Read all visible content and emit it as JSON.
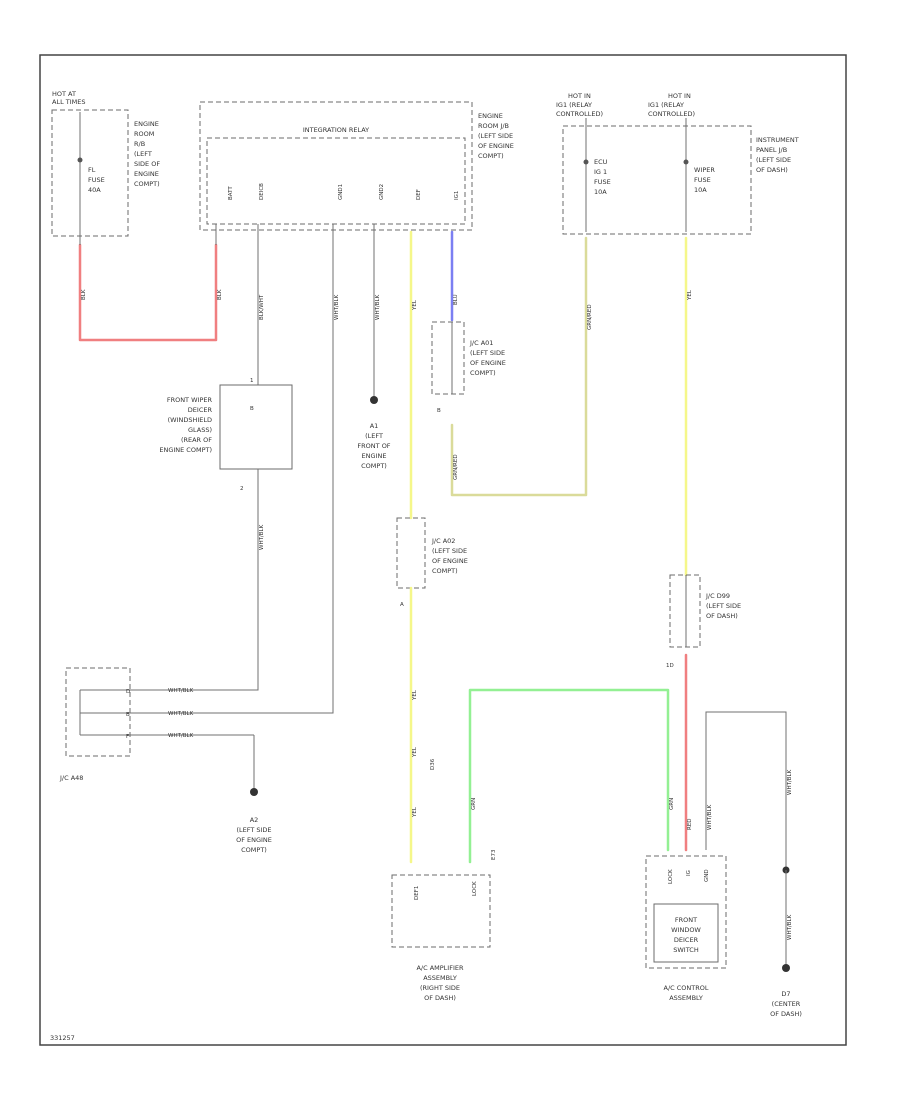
{
  "colors": {
    "red": "#f07f80",
    "blue": "#7b7ff2",
    "yellow": "#f5f78a",
    "green": "#93f093",
    "olive": "#dadb9a",
    "gray": "#9a9a9a",
    "frame": "#444444"
  },
  "labels": {
    "hot_at_all_times": [
      "HOT AT",
      "ALL TIMES"
    ],
    "engine_room_relay": [
      "ENGINE",
      "ROOM",
      "R/B",
      "(LEFT",
      "SIDE OF",
      "ENGINE",
      "COMPT)"
    ],
    "fuse_fl": [
      "FL",
      "FUSE",
      "40A"
    ],
    "integration_relay": "INTEGRATION RELAY",
    "engine_room_jb": [
      "ENGINE",
      "ROOM J/B",
      "(LEFT SIDE",
      "OF ENGINE",
      "COMPT)"
    ],
    "hot_ig1_left": [
      "HOT IN",
      "IG1 (RELAY",
      "CONTROLLED)"
    ],
    "hot_ig1_right": [
      "HOT IN",
      "IG1 (RELAY",
      "CONTROLLED)"
    ],
    "instrument_panel_jb": [
      "INSTRUMENT",
      "PANEL J/B",
      "(LEFT SIDE",
      "OF DASH)"
    ],
    "fuse_ecu_ig": [
      "ECU",
      "IG 1",
      "FUSE",
      "10A"
    ],
    "fuse_wiper": [
      "WIPER",
      "FUSE",
      "10A"
    ],
    "jc_a01": [
      "J/C A01",
      "(LEFT SIDE",
      "OF ENGINE",
      "COMPT)"
    ],
    "front_wiper_deicer": [
      "FRONT WIPER",
      "DEICER",
      "(WINDSHIELD",
      "GLASS)",
      "(REAR OF",
      "ENGINE COMPT)"
    ],
    "ground_a1": [
      "A1",
      "(LEFT",
      "FRONT OF",
      "ENGINE",
      "COMPT)"
    ],
    "jc_a02": [
      "J/C A02",
      "(LEFT SIDE",
      "OF ENGINE",
      "COMPT)"
    ],
    "jc_d99": [
      "J/C D99",
      "(LEFT SIDE",
      "OF DASH)"
    ],
    "jc_a48": "J/C A48",
    "ground_a2": [
      "A2",
      "(LEFT SIDE",
      "OF ENGINE",
      "COMPT)"
    ],
    "ac_amplifier": [
      "A/C AMPLIFIER",
      "ASSEMBLY",
      "(RIGHT SIDE",
      "OF DASH)"
    ],
    "ac_control": [
      "A/C CONTROL",
      "ASSEMBLY"
    ],
    "front_window_deicer": [
      "FRONT",
      "WINDOW",
      "DEICER",
      "SWITCH"
    ],
    "ground_d7": [
      "D7",
      "(CENTER",
      "OF DASH)"
    ],
    "figure_id": "331257"
  },
  "pins": {
    "relay": [
      "BATT",
      "DEICB",
      "GND1",
      "GND2",
      "DEF",
      "IG1"
    ],
    "wiper_deicer_top": "1",
    "wiper_deicer_bottom": "2",
    "deicer_box": "B",
    "jc_a01_bottom": "B",
    "jc_a02_bottom": "A",
    "jc_d99_bottom": "1D",
    "jc_a48": [
      "D",
      "B",
      "F"
    ],
    "amp": [
      "DEF1",
      "LOCK"
    ],
    "amp_connector": "E73",
    "amp_connector_left": "D36",
    "ctrl": [
      "LOCK",
      "IG",
      "GND"
    ]
  },
  "wire_labels": {
    "red_left": "BLK",
    "red_right": "BLK",
    "deicb": "BLK/WHT",
    "gnd1": "WHT/BLK",
    "gnd2": "WHT/BLK",
    "yellow_def": "YEL",
    "blue_ig1": "BLU",
    "olive_ecu": "GRN/RED",
    "olive_lower": "GRN/RED",
    "yellow_wiper": "YEL",
    "deicer_out": "WHT/BLK",
    "a48_top": "WHT/BLK",
    "a48_mid": "WHT/BLK",
    "a48_bottom": "WHT/BLK",
    "yellow_lower_1": "YEL",
    "yellow_lower_2": "YEL",
    "yellow_lower_3": "YEL",
    "green_amp": "GRN",
    "green_ctrl": "GRN",
    "red_ctrl": "RED",
    "gnd_ctrl": "WHT/BLK",
    "d7_top": "WHT/BLK",
    "d7_bottom": "WHT/BLK"
  }
}
